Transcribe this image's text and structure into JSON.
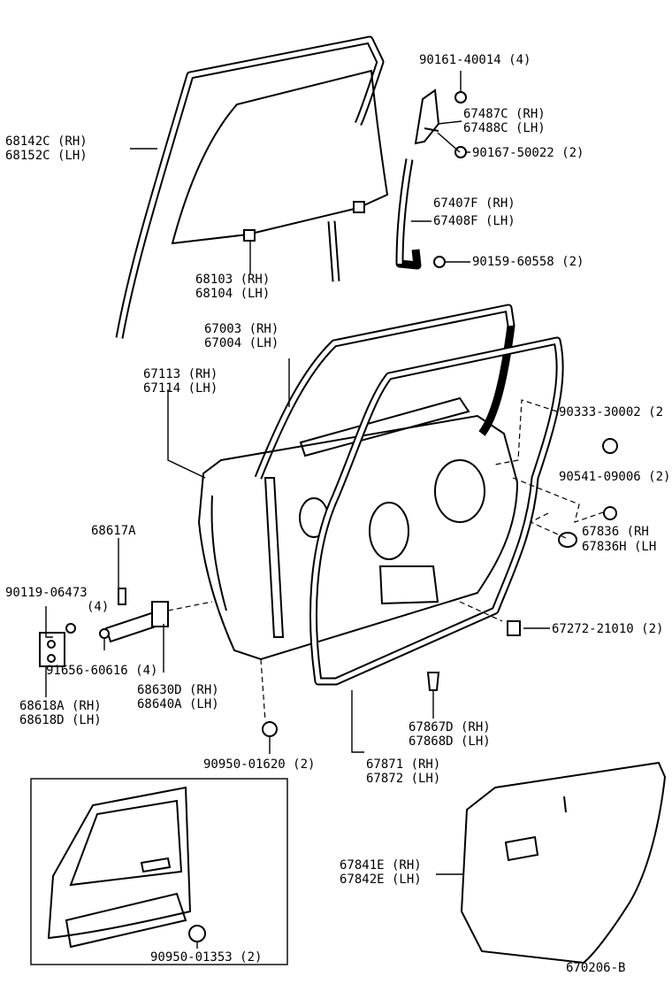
{
  "labels": [
    {
      "id": "p90161",
      "text": "90161-40014 (4)"
    },
    {
      "id": "p67487c",
      "text": "67487C (RH)"
    },
    {
      "id": "p67488c",
      "text": "67488C (LH)"
    },
    {
      "id": "p90167",
      "text": "90167-50022 (2)"
    },
    {
      "id": "p68142c",
      "text": "68142C (RH)"
    },
    {
      "id": "p68152c",
      "text": "68152C (LH)"
    },
    {
      "id": "p67407f",
      "text": "67407F (RH)"
    },
    {
      "id": "p67408f",
      "text": "67408F (LH)"
    },
    {
      "id": "p90159",
      "text": "90159-60558 (2)"
    },
    {
      "id": "p68103",
      "text": "68103 (RH)"
    },
    {
      "id": "p68104",
      "text": "68104 (LH)"
    },
    {
      "id": "p67003",
      "text": "67003 (RH)"
    },
    {
      "id": "p67004",
      "text": "67004 (LH)"
    },
    {
      "id": "p67113",
      "text": "67113 (RH)"
    },
    {
      "id": "p67114",
      "text": "67114 (LH)"
    },
    {
      "id": "p90333",
      "text": "90333-30002 (2"
    },
    {
      "id": "p90541",
      "text": "90541-09006 (2)"
    },
    {
      "id": "p68617a",
      "text": "68617A"
    },
    {
      "id": "p67836",
      "text": "67836  (RH"
    },
    {
      "id": "p67836h",
      "text": "67836H (LH"
    },
    {
      "id": "p90119",
      "text": "90119-06473"
    },
    {
      "id": "p90119q",
      "text": "(4)"
    },
    {
      "id": "p67272",
      "text": "67272-21010 (2)"
    },
    {
      "id": "p91656",
      "text": "91656-60616 (4)"
    },
    {
      "id": "p68630d",
      "text": "68630D (RH)"
    },
    {
      "id": "p68640a",
      "text": "68640A (LH)"
    },
    {
      "id": "p68618a",
      "text": "68618A (RH)"
    },
    {
      "id": "p68618d",
      "text": "68618D (LH)"
    },
    {
      "id": "p67867d",
      "text": "67867D (RH)"
    },
    {
      "id": "p67868d",
      "text": "67868D (LH)"
    },
    {
      "id": "p90950a",
      "text": "90950-01620 (2)"
    },
    {
      "id": "p67871",
      "text": "67871 (RH)"
    },
    {
      "id": "p67872",
      "text": "67872 (LH)"
    },
    {
      "id": "p67841e",
      "text": "67841E (RH)"
    },
    {
      "id": "p67842e",
      "text": "67842E (LH)"
    },
    {
      "id": "p90950b",
      "text": "90950-01353 (2)"
    },
    {
      "id": "ref",
      "text": "670206-B"
    }
  ]
}
